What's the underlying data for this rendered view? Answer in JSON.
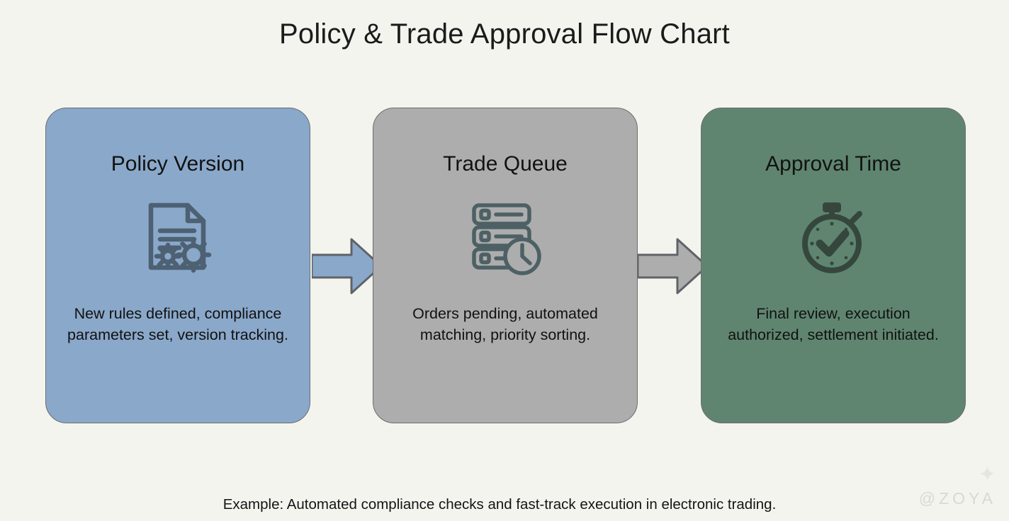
{
  "title": "Policy & Trade Approval Flow Chart",
  "theme": {
    "background": "#f4f4ef",
    "card_border": "#6a6d70",
    "title_color": "#1b1b1b",
    "icon_stroke_blue": "#4d6173",
    "icon_stroke_gray": "#4d6165",
    "icon_stroke_green": "#35473c"
  },
  "cards": [
    {
      "title": "Policy Version",
      "description": "New rules defined, compliance parameters set, version tracking.",
      "color": "#8aa8ca",
      "icon": "document-gears-icon"
    },
    {
      "title": "Trade Queue",
      "description": "Orders pending, automated matching, priority sorting.",
      "color": "#adadad",
      "icon": "queue-clock-icon"
    },
    {
      "title": "Approval Time",
      "description": "Final review, execution authorized, settlement initiated.",
      "color": "#5f8570",
      "icon": "stopwatch-check-icon"
    }
  ],
  "arrows": [
    {
      "name": "arrow-policy-to-queue",
      "color": "#8aa8ca"
    },
    {
      "name": "arrow-queue-to-approval",
      "color": "#adadad"
    }
  ],
  "footer": {
    "note": "Example: Automated compliance checks and fast-track execution in electronic trading."
  },
  "watermark": {
    "text": "@ZOYA",
    "spark": "✦"
  }
}
